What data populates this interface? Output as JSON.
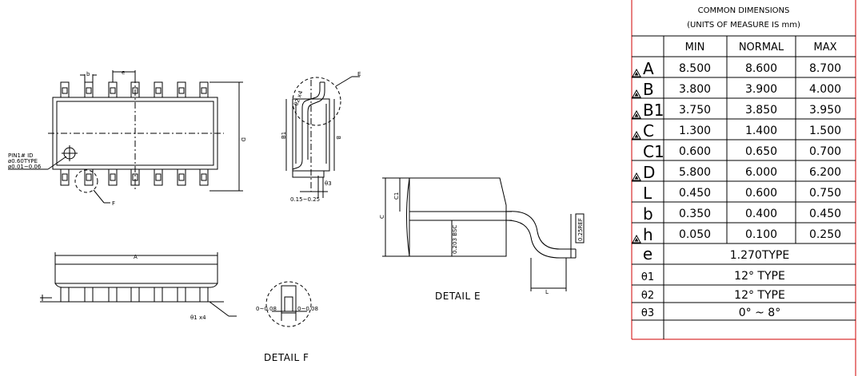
{
  "table": {
    "title_line1": "COMMON DIMENSIONS",
    "title_line2": "(UNITS OF MEASURE IS mm)",
    "columns": [
      "MIN",
      "NORMAL",
      "MAX"
    ],
    "rows": [
      {
        "symbol": "A",
        "flag": true,
        "min": "8.500",
        "normal": "8.600",
        "max": "8.700"
      },
      {
        "symbol": "B",
        "flag": true,
        "min": "3.800",
        "normal": "3.900",
        "max": "4.000"
      },
      {
        "symbol": "B1",
        "flag": true,
        "min": "3.750",
        "normal": "3.850",
        "max": "3.950"
      },
      {
        "symbol": "C",
        "flag": true,
        "min": "1.300",
        "normal": "1.400",
        "max": "1.500"
      },
      {
        "symbol": "C1",
        "flag": false,
        "min": "0.600",
        "normal": "0.650",
        "max": "0.700"
      },
      {
        "symbol": "D",
        "flag": true,
        "min": "5.800",
        "normal": "6.000",
        "max": "6.200"
      },
      {
        "symbol": "L",
        "flag": false,
        "min": "0.450",
        "normal": "0.600",
        "max": "0.750"
      },
      {
        "symbol": "b",
        "flag": false,
        "min": "0.350",
        "normal": "0.400",
        "max": "0.450"
      },
      {
        "symbol": "h",
        "flag": true,
        "min": "0.050",
        "normal": "0.100",
        "max": "0.250"
      }
    ],
    "span_rows": [
      {
        "symbol": "e",
        "value": "1.270TYPE"
      },
      {
        "symbol": "θ1",
        "value": "12° TYPE"
      },
      {
        "symbol": "θ2",
        "value": "12° TYPE"
      },
      {
        "symbol": "θ3",
        "value": "0° ~ 8°"
      }
    ]
  },
  "drawing": {
    "pin1_line1": "PIN1# ID",
    "pin1_line2": "ø0.60TYPE",
    "pin1_line3": "ø0.01~0.06",
    "lbl_b": "b",
    "lbl_e": "e",
    "lbl_D": "D",
    "lbl_F": "F",
    "lbl_E": "E",
    "lbl_B1": "B1",
    "lbl_B": "B",
    "lbl_theta2": "θ2 x4",
    "lbl_theta3": "θ3",
    "lbl_015": "0.15~0.25",
    "lbl_A": "A",
    "lbl_theta1": "θ1 x4",
    "lbl_C": "C",
    "lbl_C1": "C1",
    "lbl_0203": "0.203 BSC",
    "lbl_025": "0.25REF",
    "lbl_L": "L",
    "lbl_f_left": "0~0.08",
    "lbl_f_right": "0~0.08",
    "detail_e": "DETAIL E",
    "detail_f": "DETAIL F"
  }
}
